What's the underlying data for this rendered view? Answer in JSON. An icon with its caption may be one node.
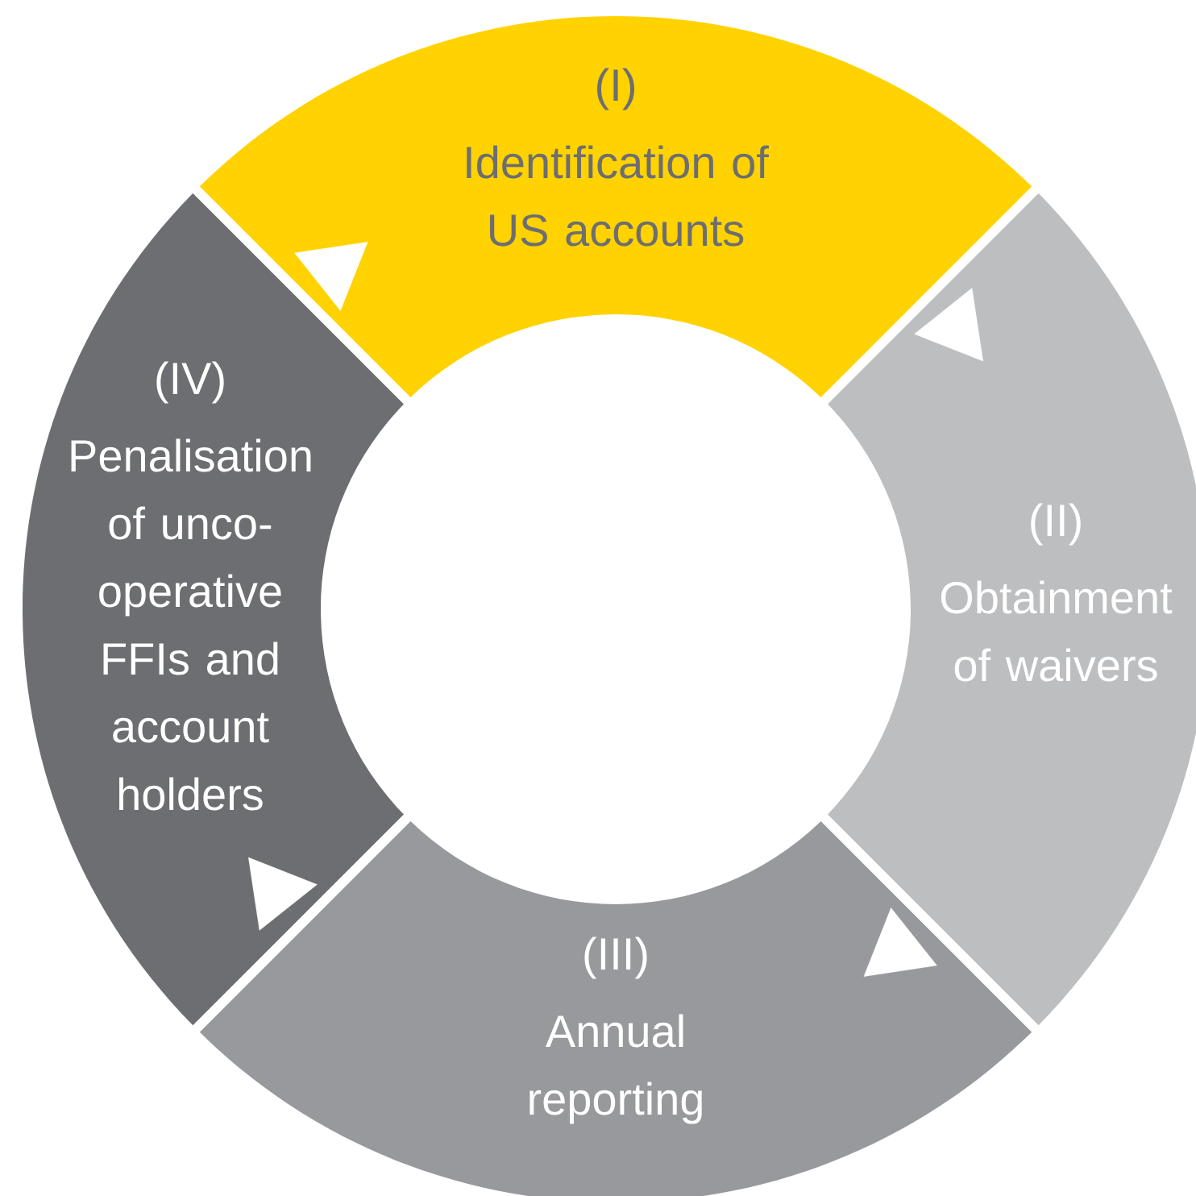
{
  "diagram": {
    "nodes": [
      {
        "text": [
          "(I)",
          "Identification of US accounts"
        ]
      },
      {
        "text": [
          "(II)",
          "Obtainment of waivers"
        ]
      },
      {
        "text": [
          "(III)",
          "Annual reporting"
        ]
      },
      {
        "text": [
          "(IV)",
          "Penalisation of unco-operative FFIs and account holders"
        ]
      }
    ],
    "edges": [
      {
        "from": 3,
        "to": 0,
        "arrow": "to"
      },
      {
        "from": 0,
        "to": 1,
        "arrow": "to"
      },
      {
        "from": 1,
        "to": 2,
        "arrow": "to"
      },
      {
        "from": 2,
        "to": 3,
        "arrow": "to"
      }
    ]
  }
}
